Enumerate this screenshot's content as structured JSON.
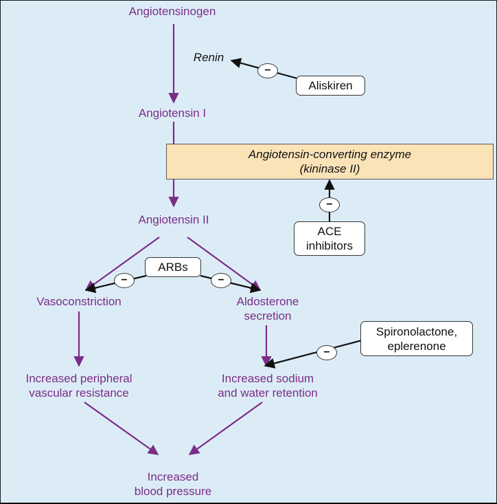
{
  "nodes": {
    "angiotensinogen": "Angiotensinogen",
    "renin": "Renin",
    "angiotensin_i": "Angiotensin I",
    "angiotensin_ii": "Angiotensin II",
    "vasoconstriction": "Vasoconstriction",
    "aldosterone_line1": "Aldosterone",
    "aldosterone_line2": "secretion",
    "ipvr_line1": "Increased peripheral",
    "ipvr_line2": "vascular resistance",
    "sodium_line1": "Increased sodium",
    "sodium_line2": "and water retention",
    "bp_line1": "Increased",
    "bp_line2": "blood pressure"
  },
  "enzyme": {
    "line1": "Angiotensin-converting enzyme",
    "line2": "(kininase II)"
  },
  "drugs": {
    "aliskiren": "Aliskiren",
    "ace_line1": "ACE",
    "ace_line2": "inhibitors",
    "arbs": "ARBs",
    "spiro_line1": "Spironolactone,",
    "spiro_line2": "eplerenone"
  },
  "inhibition_symbol": "−",
  "colors": {
    "background": "#dcecf7",
    "pathway": "#7a2c86",
    "inhibition": "#111111",
    "enzyme_fill": "#fbe3b8"
  }
}
